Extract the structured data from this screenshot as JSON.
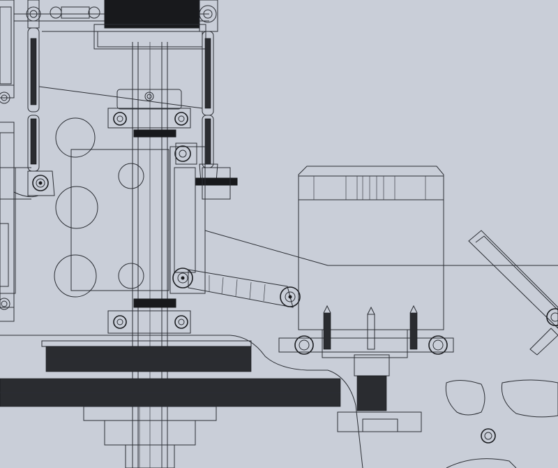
{
  "view": {
    "background": "#c9ced8",
    "line_color": "#2a2d33",
    "ink_color": "#18191c"
  },
  "parts": {
    "links": [
      "upper-left-turnbuckle",
      "center-turnbuckle",
      "servo-link"
    ],
    "gears": [
      "spur-gear-upper",
      "spur-gear-lower",
      "pinion-gear"
    ],
    "blocks": [
      "servo-block",
      "motor-block",
      "motor-mount",
      "battery-outline"
    ],
    "fasteners": [
      "pivot-ball",
      "screw-head",
      "bolt"
    ]
  }
}
